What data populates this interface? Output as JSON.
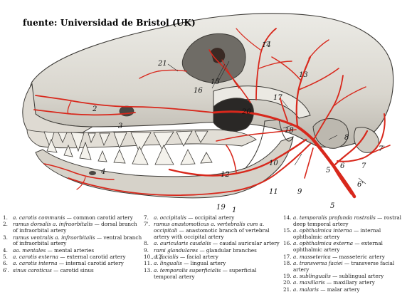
{
  "source_caption": "fuente: Universidad de Bristol (UK)",
  "labels": [
    {
      "id": "l1",
      "text": "1"
    },
    {
      "id": "l2",
      "text": "2"
    },
    {
      "id": "l3",
      "text": "3"
    },
    {
      "id": "l4",
      "text": "4"
    },
    {
      "id": "l5a",
      "text": "5"
    },
    {
      "id": "l5b",
      "text": "5"
    },
    {
      "id": "l6",
      "text": "6"
    },
    {
      "id": "l6p",
      "text": "6'"
    },
    {
      "id": "l7",
      "text": "7"
    },
    {
      "id": "l7p",
      "text": "7'"
    },
    {
      "id": "l8",
      "text": "8"
    },
    {
      "id": "l9",
      "text": "9"
    },
    {
      "id": "l10",
      "text": "10"
    },
    {
      "id": "l11",
      "text": "11"
    },
    {
      "id": "l12",
      "text": "12"
    },
    {
      "id": "l13",
      "text": "13"
    },
    {
      "id": "l14",
      "text": "14"
    },
    {
      "id": "l15",
      "text": "15"
    },
    {
      "id": "l16",
      "text": "16"
    },
    {
      "id": "l17",
      "text": "17"
    },
    {
      "id": "l18",
      "text": "18"
    },
    {
      "id": "l19",
      "text": "19"
    },
    {
      "id": "l20",
      "text": "20"
    },
    {
      "id": "l21",
      "text": "21"
    }
  ],
  "legend": {
    "col1": [
      {
        "num": "1.",
        "latin": "a. carotis communis",
        "english": "— common carotid artery"
      },
      {
        "num": "2.",
        "latin": "ramus dorsalis a. infraorbitalis",
        "english": "— dorsal branch of infraorbital artery"
      },
      {
        "num": "3.",
        "latin": "ramus ventralis a. infraorbitalis",
        "english": "— ventral branch of infraorbital artery"
      },
      {
        "num": "4.",
        "latin": "aa. mentales",
        "english": "— mental arteries"
      },
      {
        "num": "5.",
        "latin": "a. carotis externa",
        "english": "— external carotid artery"
      },
      {
        "num": "6.",
        "latin": "a. carotis interna",
        "english": "— internal carotid artery"
      },
      {
        "num": "6'.",
        "latin": "sinus caroticus",
        "english": "— carotid sinus"
      }
    ],
    "col2": [
      {
        "num": "7.",
        "latin": "a. occipitalis",
        "english": "— occipital artery"
      },
      {
        "num": "7'.",
        "latin": "ramus anastomoticus a. vertebralis cum a. occipitali",
        "english": "— anastomotic branch of vertebral artery with occipital artery"
      },
      {
        "num": "8.",
        "latin": "a. auricularis caudalis",
        "english": "— caudal auricular artery"
      },
      {
        "num": "9.",
        "latin": "rami glandulares",
        "english": "— glandular branches"
      },
      {
        "num": "10., 12.",
        "latin": "a. facialis",
        "english": "— facial artery"
      },
      {
        "num": "11.",
        "latin": "a. lingualis",
        "english": "— lingual artery"
      },
      {
        "num": "13.",
        "latin": "a. temporalis superficialis",
        "english": "— superficial temporal artery"
      }
    ],
    "col3": [
      {
        "num": "14.",
        "latin": "a. temporalis profunda rostralis",
        "english": "— rostral deep temporal artery"
      },
      {
        "num": "15.",
        "latin": "a. ophthalmica interna",
        "english": "— internal ophthalmic artery"
      },
      {
        "num": "16.",
        "latin": "a. ophthalmica externa",
        "english": "— external ophthalmic artery"
      },
      {
        "num": "17.",
        "latin": "a. masseterica",
        "english": "— masseteric artery"
      },
      {
        "num": "18.",
        "latin": "a. transversa faciei",
        "english": "— transverse facial artery"
      },
      {
        "num": "19.",
        "latin": "a. sublingualis",
        "english": "— sublingual artery"
      },
      {
        "num": "20.",
        "latin": "a. maxillaris",
        "english": "— maxillary artery"
      },
      {
        "num": "21.",
        "latin": "a. malaris",
        "english": "— malar artery"
      }
    ]
  },
  "colors": {
    "artery": "#d8281c",
    "bone": "#e6e1d7",
    "bone_shade": "#a9a59c",
    "outline": "#3c3a36",
    "cavity": "#2a2826"
  }
}
